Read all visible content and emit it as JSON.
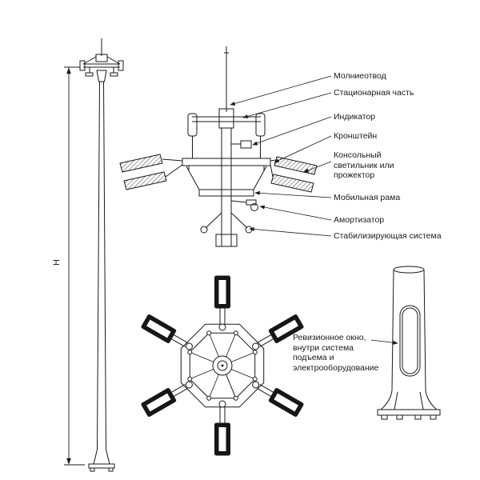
{
  "page": {
    "background": "#ffffff",
    "ink": "#1a1a1a"
  },
  "labels": {
    "height": "H",
    "lightning_rod": "Молниеотвод",
    "stationary_part": "Стационарная часть",
    "indicator": "Индикатор",
    "bracket": "Кронштейн",
    "console_luminaire": "Консольный\nсветильник или\nпрожектор",
    "mobile_frame": "Мобильная рама",
    "shock_absorber": "Амортизатор",
    "stabilizing_system": "Стабилизирующая система",
    "inspection_window": "Ревизионное окно,\nвнутри система\nподъема и\nэлектрооборудование"
  }
}
